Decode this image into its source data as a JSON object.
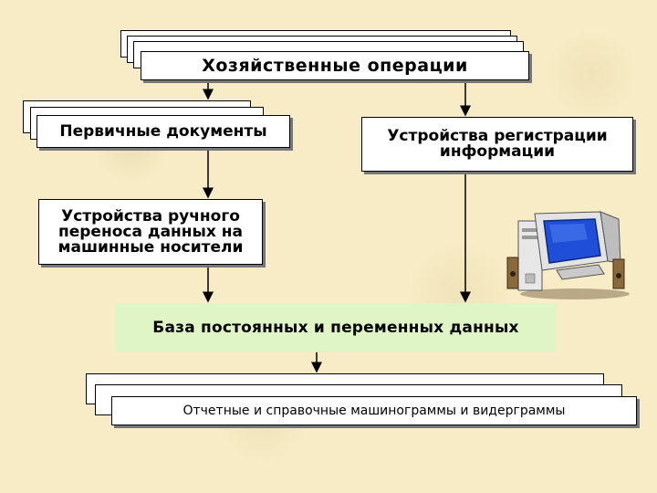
{
  "diagram": {
    "top": {
      "label": "Хозяйственные операции"
    },
    "primary_docs": {
      "label": "Первичные документы"
    },
    "registration": {
      "label": "Устройства регистрации информации"
    },
    "manual_transfer": {
      "label": "Устройства ручного переноса данных на машинные носители"
    },
    "database": {
      "label": "База постоянных и переменных данных"
    },
    "output": {
      "label": "Отчетные и справочные машинограммы и видерграммы"
    }
  },
  "icons": {
    "computer": "computer-icon"
  },
  "colors": {
    "background": "#f7ecc6",
    "database_fill": "#dff5c6",
    "screen": "#1f4fd8"
  }
}
